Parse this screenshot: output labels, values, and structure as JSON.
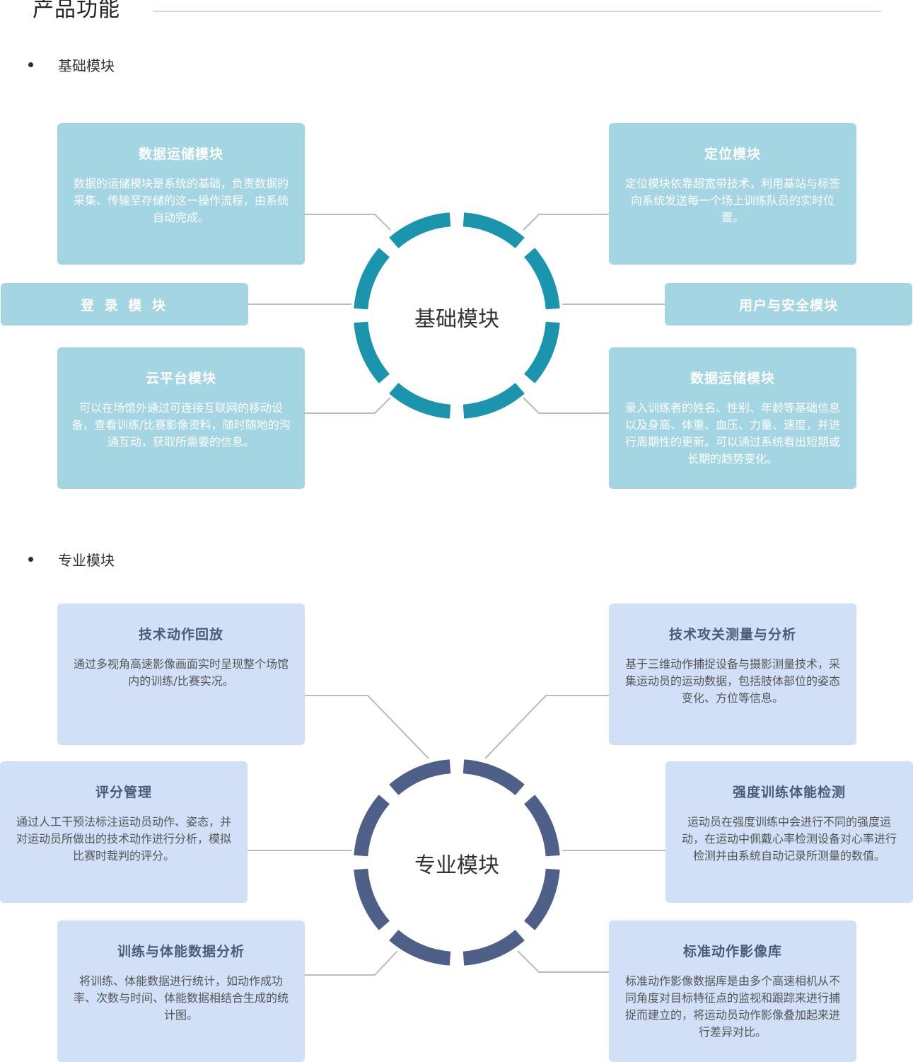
{
  "page": {
    "title": "产品功能"
  },
  "colors": {
    "basic_ring": "#1a95ad",
    "pro_ring": "#4f6088",
    "basic_card": "#a3d5e3",
    "pro_card": "#d1e0f7",
    "connector": "#bbbbbb"
  },
  "basic": {
    "heading": "基础模块",
    "hub": "基础模块",
    "data_storage": {
      "title": "数据运储模块",
      "desc": "数据的运储模块是系统的基础，负责数据的采集、传输至存储的这一操作流程，由系统自动完成。"
    },
    "positioning": {
      "title": "定位模块",
      "desc": "定位模块依靠超宽带技术，利用基站与标签向系统发送每一个场上训练队员的实时位置。"
    },
    "login": {
      "title": "登 录 模 块"
    },
    "user_security": {
      "title": "用户与安全模块"
    },
    "cloud": {
      "title": "云平台模块",
      "desc": "可以在场馆外通过可连接互联网的移动设备，查看训练/比赛影像资料，随时随地的沟通互动，获取所需要的信息。"
    },
    "data_entry": {
      "title": "数据运储模块",
      "desc": "录入训练者的姓名、性别、年龄等基础信息以及身高、体重、血压、力量、速度，并进行周期性的更新。可以通过系统看出短期或长期的趋势变化。"
    }
  },
  "pro": {
    "heading": "专业模块",
    "hub": "专业模块",
    "replay": {
      "title": "技术动作回放",
      "desc": "通过多视角高速影像画面实时呈现整个场馆内的训练/比赛实况。"
    },
    "tech_measure": {
      "title": "技术攻关测量与分析",
      "desc": "基于三维动作捕捉设备与摄影测量技术，采集运动员的运动数据，包括肢体部位的姿态变化、方位等信息。"
    },
    "scoring": {
      "title": "评分管理",
      "desc": "通过人工干预法标注运动员动作、姿态，并对运动员所做出的技术动作进行分析，模拟比赛时裁判的评分。"
    },
    "intensity": {
      "title": "强度训练体能检测",
      "desc": "运动员在强度训练中会进行不同的强度运动，在运动中佩戴心率检测设备对心率进行检测并由系统自动记录所测量的数值。"
    },
    "fitness_analysis": {
      "title": "训练与体能数据分析",
      "desc": "将训练、体能数据进行统计，如动作成功率、次数与时间、体能数据相结合生成的统计图。"
    },
    "motion_library": {
      "title": "标准动作影像库",
      "desc": "标准动作影像数据库是由多个高速相机从不同角度对目标特征点的监视和跟踪来进行捕捉而建立的，将运动员动作影像叠加起来进行差异对比。"
    }
  }
}
